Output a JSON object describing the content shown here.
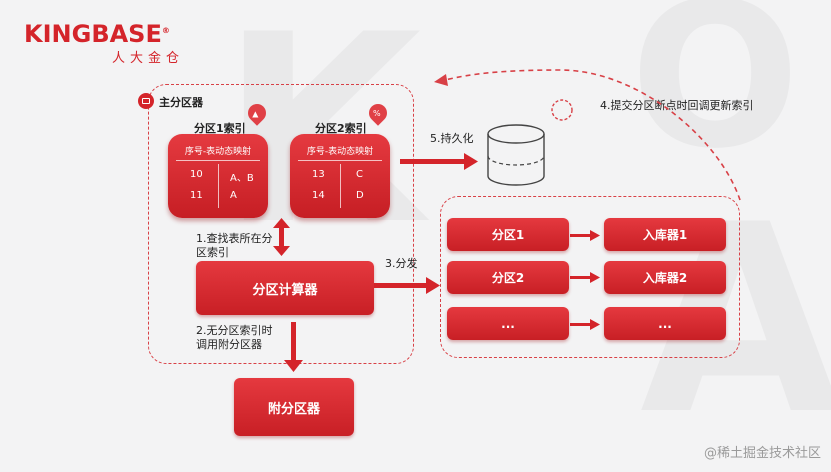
{
  "brand": {
    "name": "KINGBASE",
    "reg": "®",
    "subtitle": "人大金仓"
  },
  "main_partitioner": {
    "label": "主分区器",
    "index1": {
      "title": "分区1索引",
      "header": "序号-表动态映射",
      "rows": [
        [
          "10",
          "A、B"
        ],
        [
          "11",
          "A"
        ]
      ]
    },
    "index2": {
      "title": "分区2索引",
      "header": "序号-表动态映射",
      "rows": [
        [
          "13",
          "C"
        ],
        [
          "14",
          "D"
        ]
      ]
    },
    "step1": "1.查找表所在分\n区索引",
    "calculator": "分区计算器",
    "step2": "2.无分区索引时\n调用附分区器"
  },
  "attached_partitioner": "附分区器",
  "step3": "3.分发",
  "step4": "4.提交分区断点时回调更新索引",
  "step5": "5.持久化",
  "partitions": [
    {
      "partition": "分区1",
      "loader": "入库器1"
    },
    {
      "partition": "分区2",
      "loader": "入库器2"
    },
    {
      "partition": "...",
      "loader": "..."
    }
  ],
  "watermark": "@稀土掘金技术社区",
  "colors": {
    "accent": "#d4242a",
    "dash": "#d84046"
  }
}
